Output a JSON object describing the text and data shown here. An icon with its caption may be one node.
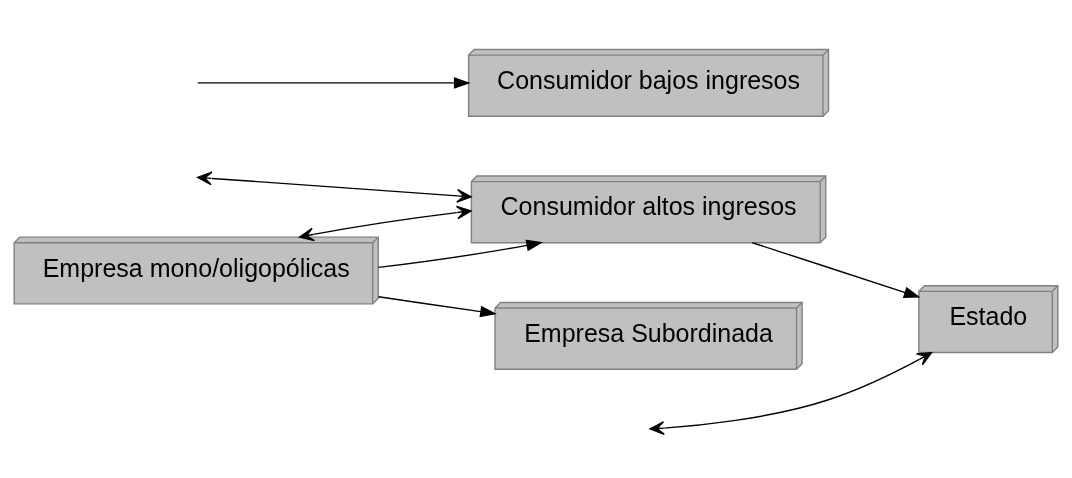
{
  "diagram": {
    "nodes": [
      {
        "text": [
          "Empresa mono/oligopólicas"
        ]
      },
      {
        "text": [
          "Consumidor altos ingresos"
        ]
      },
      {
        "text": [
          "Estado"
        ]
      },
      {
        "text": [
          "Empresa Subordinada"
        ]
      },
      {
        "text": [
          "Consumidor bajos ingresos"
        ]
      }
    ],
    "edges": [
      {
        "from": 0,
        "to": 1,
        "arrow": "to"
      },
      {
        "from": 0,
        "to": 1,
        "arrow": "both"
      },
      {
        "from": 1,
        "to": 2,
        "arrow": "to"
      },
      {
        "from": 0,
        "to": 3,
        "arrow": "to"
      },
      {
        "from": null,
        "to": 1,
        "arrow": "both"
      },
      {
        "from": null,
        "to": 4,
        "arrow": "to"
      },
      {
        "from": null,
        "to": 2,
        "arrow": "both"
      }
    ]
  }
}
